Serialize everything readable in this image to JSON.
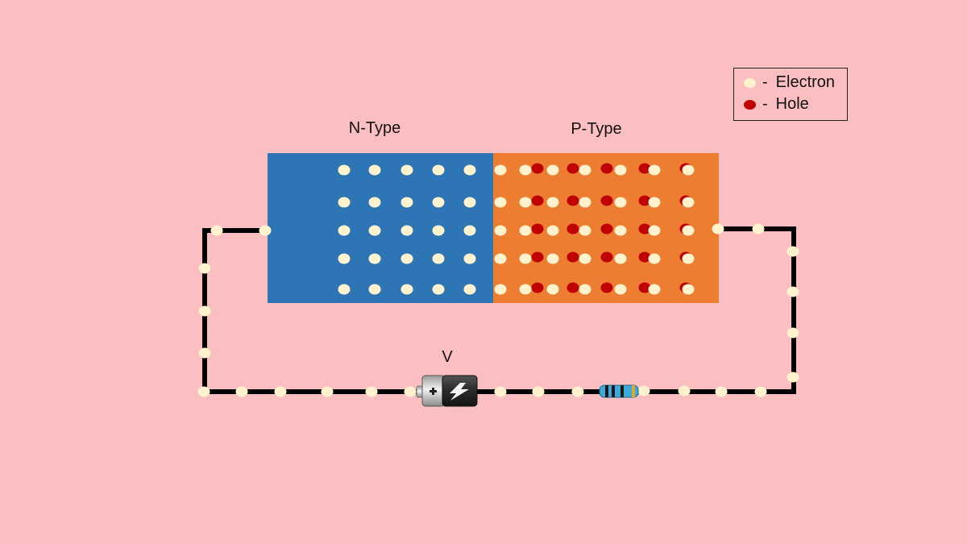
{
  "labels": {
    "n_type": "N-Type",
    "p_type": "P-Type",
    "voltage": "V"
  },
  "legend": {
    "electron_dash": "-",
    "electron_label": "Electron",
    "hole_dash": "-",
    "hole_label": "Hole"
  },
  "colors": {
    "background": "#FCBFC1",
    "n_region": "#2E75B6",
    "p_region": "#ED7D31",
    "electron": "#FFF2CC",
    "hole": "#C00000",
    "wire": "#000000"
  },
  "icons": {
    "battery": "battery-icon",
    "resistor": "resistor-icon"
  }
}
